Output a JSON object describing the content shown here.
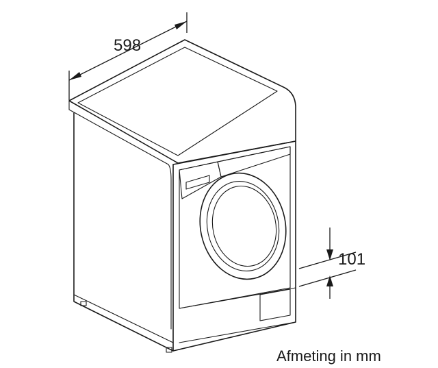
{
  "dimensions": {
    "width_value": "598",
    "plinth_value": "101"
  },
  "note": "Afmeting in mm"
}
